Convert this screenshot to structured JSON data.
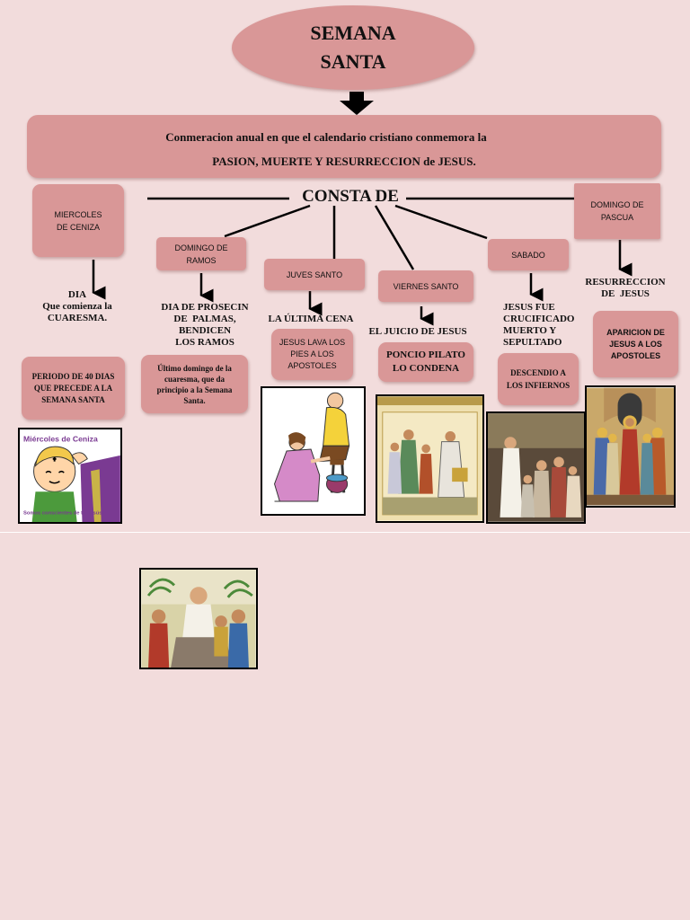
{
  "title": {
    "line1": "SEMANA",
    "line2": "SANTA"
  },
  "definition": {
    "line1": "Conmeracion anual en que el calendario cristiano conmemora la",
    "line2": "PASION, MUERTE Y RESURRECCION de JESUS."
  },
  "hub_label": "CONSTA DE",
  "branches": {
    "miercoles": {
      "label": "MIERCOLES\nDE CENIZA",
      "text": "DIA\nQue comienza la\nCUARESMA.",
      "note": "PERIODO DE 40 DIAS QUE PRECEDE A LA SEMANA SANTA",
      "image_caption_top": "Miércoles de Ceniza",
      "image_caption_bottom": "Somos conscientes de tu Jesús"
    },
    "domingo_ramos": {
      "label": "DOMINGO DE\nRAMOS",
      "text": "DIA DE PROSECIN\nDE  PALMAS,\nBENDICEN\nLOS RAMOS",
      "note": "Último domingo de la cuaresma, que da principio a la Semana Santa."
    },
    "jueves": {
      "label": "JUVES SANTO",
      "text": "LA ÚLTIMA CENA",
      "note": "JESUS LAVA LOS PIES A LOS APOSTOLES"
    },
    "viernes": {
      "label": "VIERNES SANTO",
      "text": "EL JUICIO DE JESUS",
      "note": "PONCIO PILATO LO CONDENA"
    },
    "sabado": {
      "label": "SABADO",
      "text": "JESUS FUE\nCRUCIFICADO\nMUERTO Y\nSEPULTADO",
      "note": "DESCENDIO A LOS INFIERNOS"
    },
    "pascua": {
      "label": "DOMINGO DE\nPASCUA",
      "text": "RESURRECCION\nDE  JESUS",
      "note": "APARICION DE JESUS A LOS APOSTOLES"
    }
  },
  "colors": {
    "background": "#f2dcdc",
    "box_fill": "#d99797",
    "line": "#000000"
  }
}
